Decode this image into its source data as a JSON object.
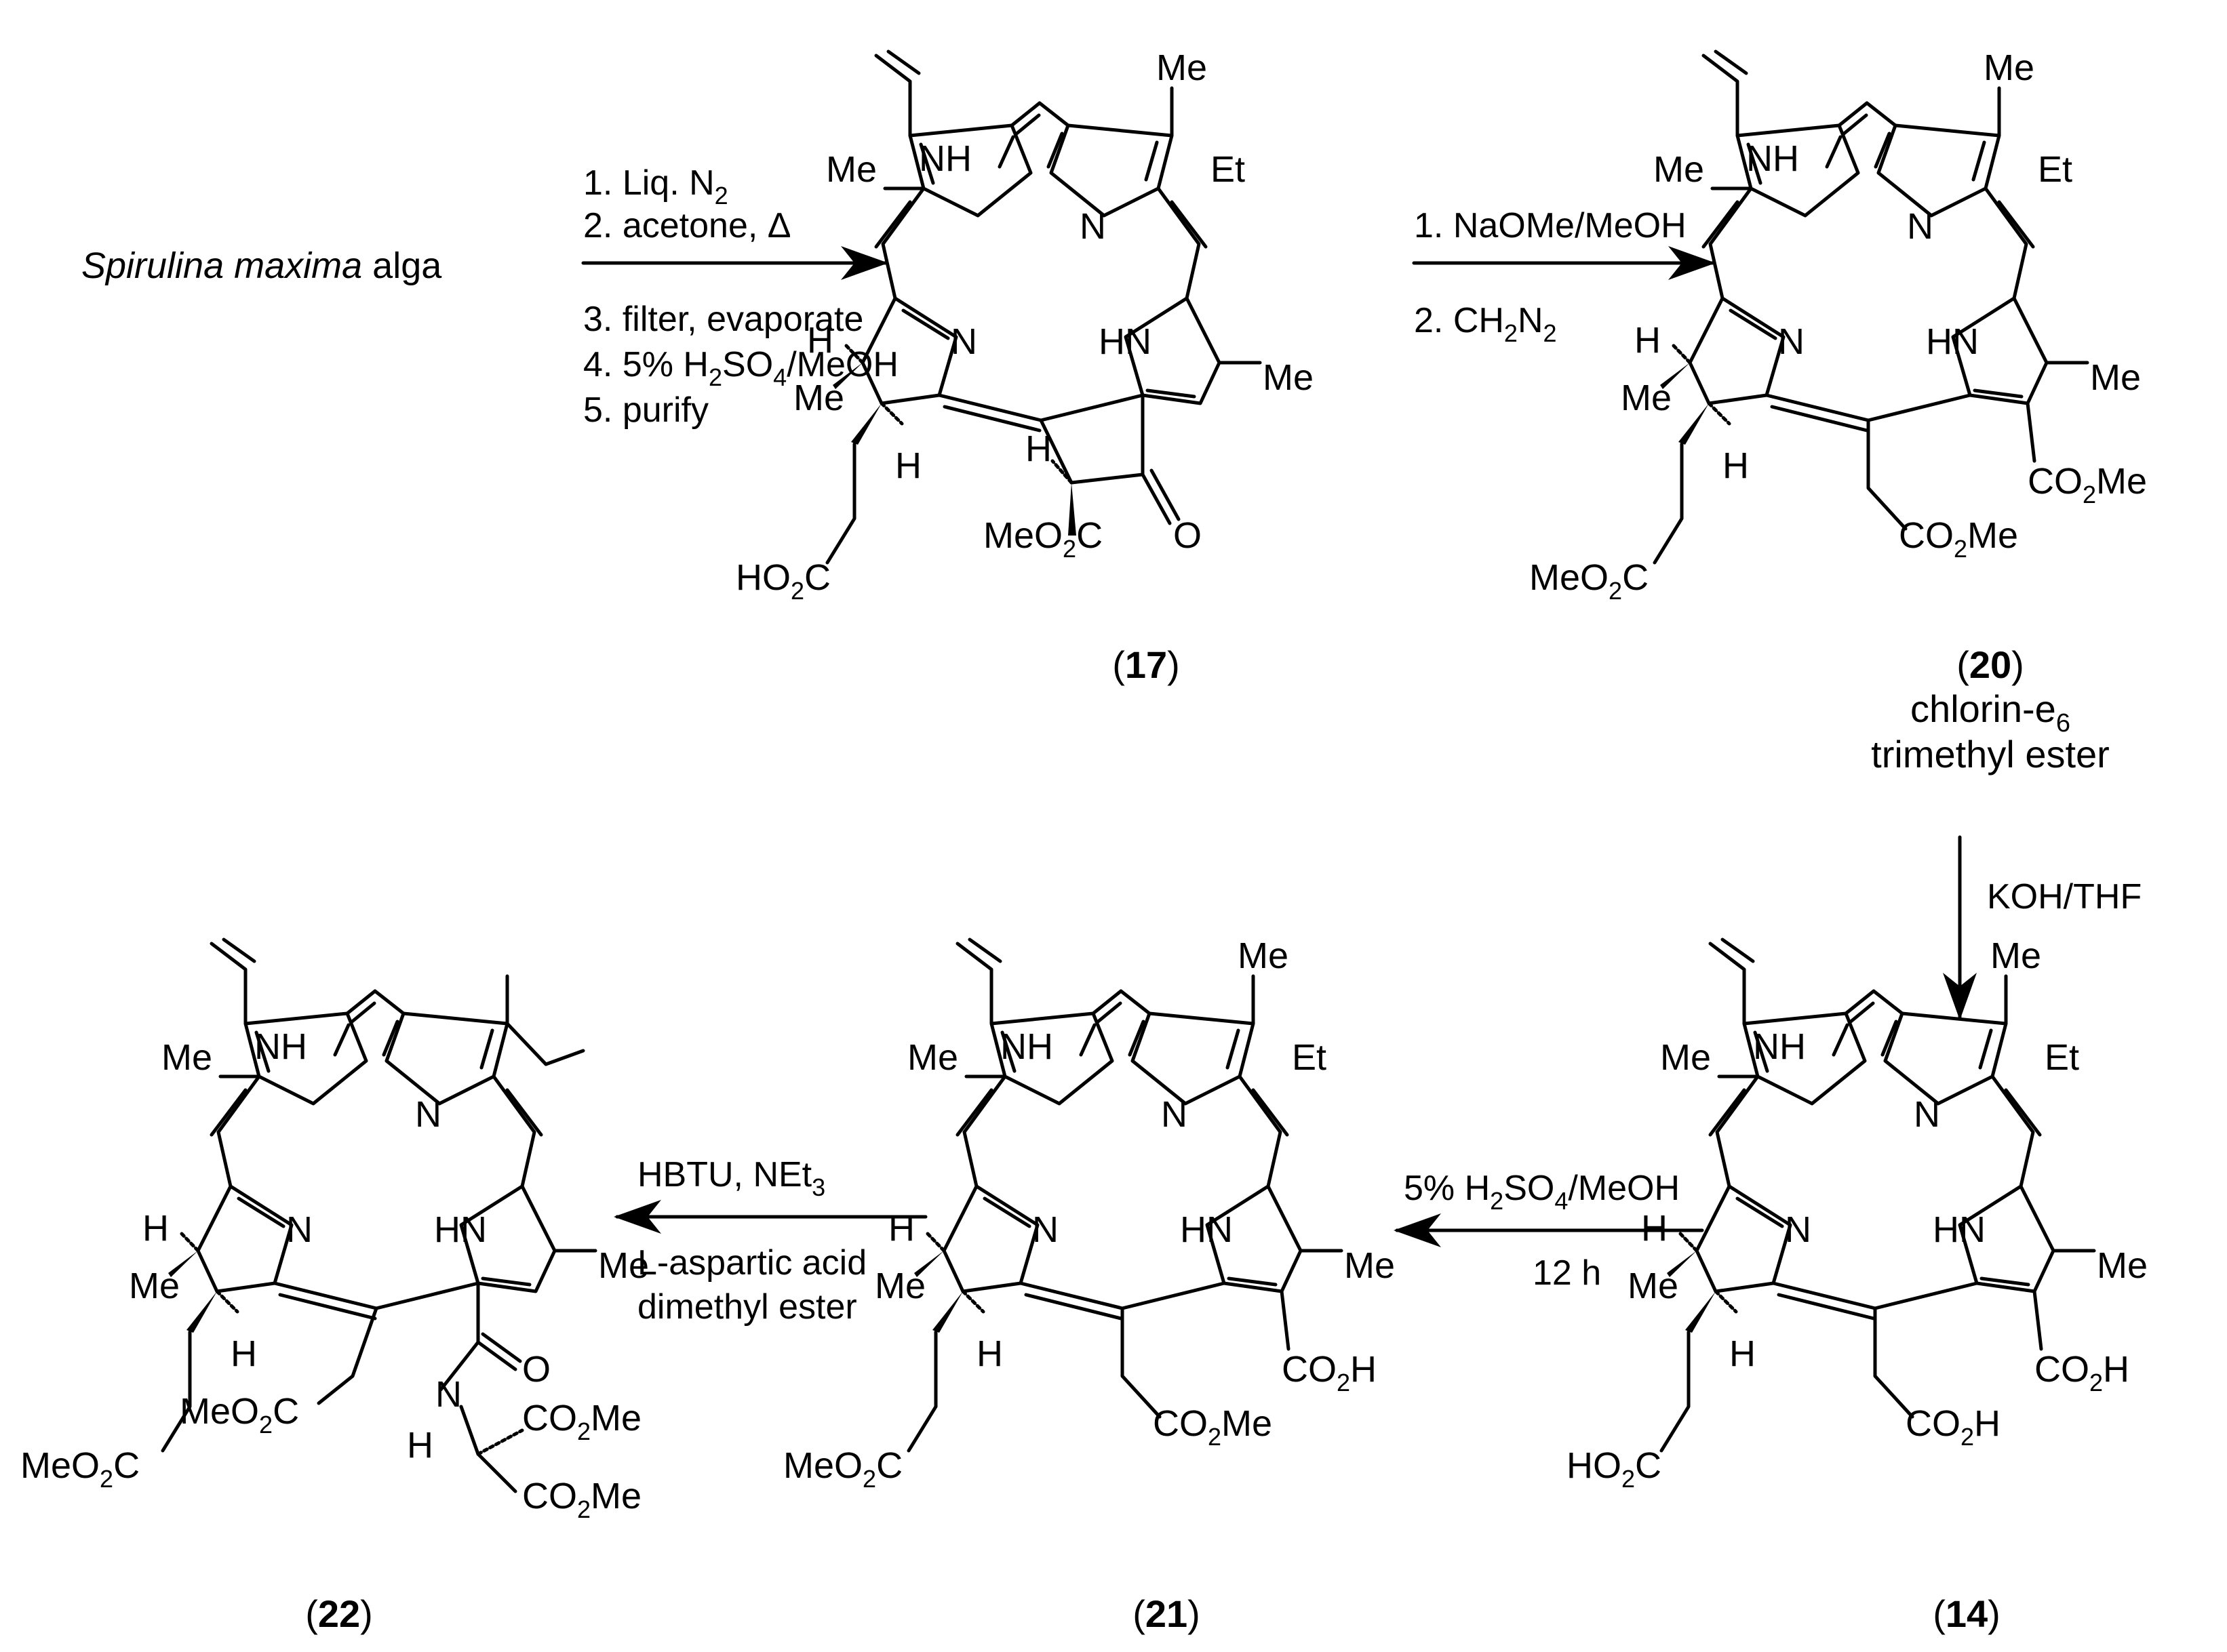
{
  "start_material": {
    "species": "Spirulina maxima",
    "suffix": " alga"
  },
  "steps": {
    "step1": {
      "above": [
        {
          "lead": "1. Liq. N",
          "sub": "2",
          "tail": ""
        },
        {
          "lead": "2. acetone, Δ",
          "sub": "",
          "tail": ""
        }
      ],
      "below": [
        {
          "lead": "3. filter, evaporate",
          "sub": "",
          "tail": ""
        },
        {
          "lead": "4. 5% H",
          "sub": "2",
          "mid": "SO",
          "sub2": "4",
          "tail": "/MeOH"
        },
        {
          "lead": "5. purify",
          "sub": "",
          "tail": ""
        }
      ]
    },
    "step2": {
      "above": {
        "text": "1. NaOMe/MeOH"
      },
      "below": {
        "lead": "2. CH",
        "sub": "2",
        "mid": "N",
        "sub2": "2"
      }
    },
    "step3": {
      "text": "KOH/THF"
    },
    "step4": {
      "above": {
        "lead": "5% H",
        "sub": "2",
        "mid": "SO",
        "sub2": "4",
        "tail": "/MeOH"
      },
      "below": {
        "text": "12 h"
      }
    },
    "step5": {
      "above": {
        "lead": "HBTU, NEt",
        "sub": "3"
      },
      "below": [
        "L-aspartic acid",
        "dimethyl ester"
      ]
    }
  },
  "compounds": {
    "c17": {
      "id": "17"
    },
    "c20": {
      "id": "20",
      "name": {
        "line1_lead": "chlorin-e",
        "line1_sub": "6",
        "line2": "trimethyl ester"
      }
    },
    "c14": {
      "id": "14"
    },
    "c21": {
      "id": "21"
    },
    "c22": {
      "id": "22"
    }
  },
  "atom_labels": {
    "Me": "Me",
    "Et": "Et",
    "H": "H",
    "N": "N",
    "NH": "NH",
    "HN": "HN",
    "O": "O",
    "MeO2C": {
      "a": "MeO",
      "b": "2",
      "c": "C"
    },
    "HO2C": {
      "a": "HO",
      "b": "2",
      "c": "C"
    },
    "CO2Me": {
      "a": "CO",
      "b": "2",
      "c": "Me"
    },
    "CO2H": {
      "a": "CO",
      "b": "2",
      "c": "H"
    }
  }
}
